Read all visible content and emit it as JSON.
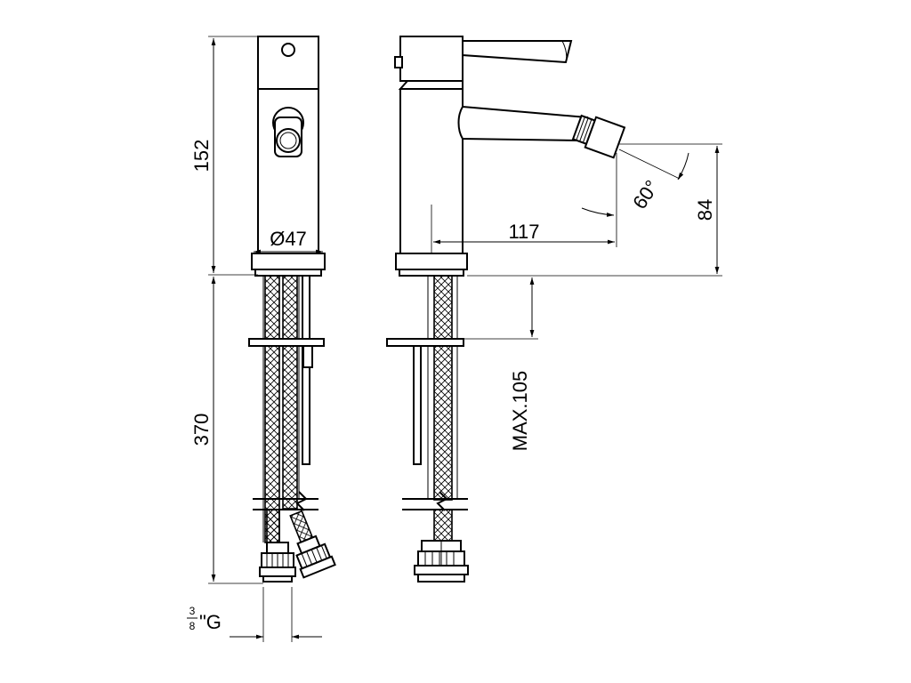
{
  "dimensions": {
    "height_body": "152",
    "height_hoses": "370",
    "diameter": "Ø47",
    "spout_reach": "117",
    "spout_height": "84",
    "spout_angle": "60°",
    "max_thickness": "MAX.105",
    "thread_num": "3",
    "thread_den": "8",
    "thread_unit": "\"G"
  }
}
